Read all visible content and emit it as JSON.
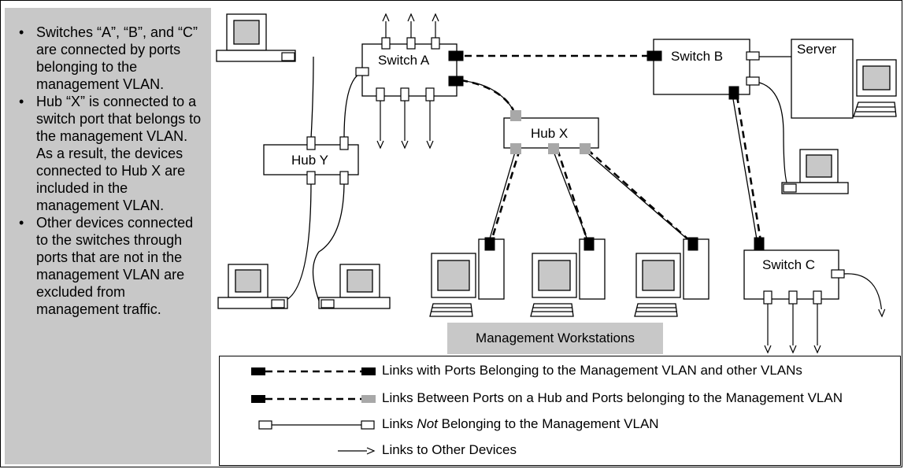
{
  "notes": {
    "bullet": "•",
    "items": [
      "Switches “A”, “B”, and “C” are connected by ports belonging to the management VLAN.",
      "Hub “X” is connected to a switch port that belongs to the management VLAN. As a result, the devices connected to Hub X are included in the management VLAN.",
      "Other devices connected to the switches through ports that are not in the management VLAN are excluded from management traffic."
    ]
  },
  "devices": {
    "switch_a": "Switch A",
    "switch_b": "Switch B",
    "switch_c": "Switch C",
    "hub_x": "Hub X",
    "hub_y": "Hub Y",
    "server": "Server"
  },
  "caption": "Management Workstations",
  "legend": {
    "item1": "Links with Ports Belonging to the Management VLAN and other VLANs",
    "item2": "Links Between Ports on a Hub and Ports belonging to the Management VLAN",
    "item3_pre": "Links ",
    "item3_em": "Not",
    "item3_post": " Belonging to the Management VLAN",
    "item4": "Links to Other Devices"
  },
  "colors": {
    "panel": "#c8c8c8",
    "mgmt_port": "#000000",
    "hub_port": "#a8a8a8"
  }
}
